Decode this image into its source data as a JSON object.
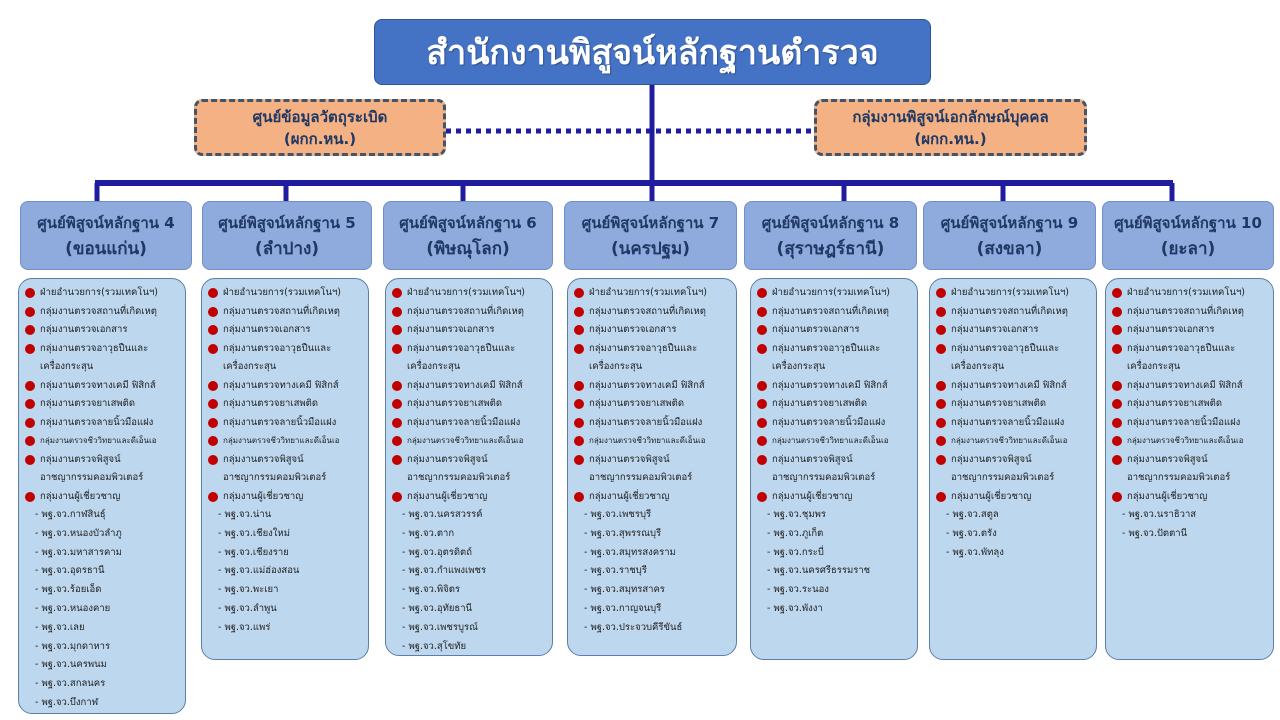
{
  "title": "สำนักงานพิสูจน์หลักฐานตำรวจ",
  "side_units": {
    "left": {
      "line1": "ศูนย์ข้อมูลวัตถุระเบิด",
      "line2": "(ผกก.หน.)"
    },
    "right": {
      "line1": "กลุ่มงานพิสูจน์เอกลักษณ์บุคคล",
      "line2": "(ผกก.หน.)"
    }
  },
  "centers": [
    {
      "name": "ศูนย์พิสูจน์หลักฐาน 4",
      "location": "(ขอนแก่น)",
      "departments": [
        {
          "text": "ฝ่ายอำนวยการ(รวมเทคโนฯ)"
        },
        {
          "text": "กลุ่มงานตรวจสถานที่เกิดเหตุ"
        },
        {
          "text": "กลุ่มงานตรวจเอกสาร"
        },
        {
          "text": "กลุ่มงานตรวจอาวุธปืนและ",
          "cont": "เครื่องกระสุน"
        },
        {
          "text": "กลุ่มงานตรวจทางเคมี ฟิสิกส์"
        },
        {
          "text": "กลุ่มงานตรวจยาเสพติด"
        },
        {
          "text": "กลุ่มงานตรวจลายนิ้วมือแฝง"
        },
        {
          "text": "กลุ่มงานตรวจชีววิทยาและดีเอ็นเอ",
          "small": true
        },
        {
          "text": "กลุ่มงานตรวจพิสูจน์",
          "cont": "อาชญากรรมคอมพิวเตอร์"
        },
        {
          "text": "กลุ่มงานผู้เชี่ยวชาญ"
        }
      ],
      "provinces": [
        "- พฐ.จว.กาฬสินธุ์",
        "- พฐ.จว.หนองบัวลำภู",
        "- พฐ.จว.มหาสารคาม",
        "- พฐ.จว.อุดรธานี",
        "- พฐ.จว.ร้อยเอ็ด",
        "- พฐ.จว.หนองคาย",
        "- พฐ.จว.เลย",
        "- พฐ.จว.มุกดาหาร",
        "- พฐ.จว.นครพนม",
        "- พฐ.จว.สกลนคร",
        "- พฐ.จว.บึงกาฬ"
      ]
    },
    {
      "name": "ศูนย์พิสูจน์หลักฐาน 5",
      "location": "(ลำปาง)",
      "departments": [
        {
          "text": "ฝ่ายอำนวยการ(รวมเทคโนฯ)"
        },
        {
          "text": "กลุ่มงานตรวจสถานที่เกิดเหตุ"
        },
        {
          "text": "กลุ่มงานตรวจเอกสาร"
        },
        {
          "text": "กลุ่มงานตรวจอาวุธปืนและ",
          "cont": "เครื่องกระสุน"
        },
        {
          "text": "กลุ่มงานตรวจทางเคมี ฟิสิกส์"
        },
        {
          "text": "กลุ่มงานตรวจยาเสพติด"
        },
        {
          "text": "กลุ่มงานตรวจลายนิ้วมือแฝง"
        },
        {
          "text": "กลุ่มงานตรวจชีววิทยาและดีเอ็นเอ",
          "small": true
        },
        {
          "text": "กลุ่มงานตรวจพิสูจน์",
          "cont": "อาชญากรรมคอมพิวเตอร์"
        },
        {
          "text": "กลุ่มงานผู้เชี่ยวชาญ"
        }
      ],
      "provinces": [
        "- พฐ.จว.น่าน",
        "- พฐ.จว.เชียงใหม่",
        "- พฐ.จว.เชียงราย",
        "- พฐ.จว.แม่ฮ่องสอน",
        "- พฐ.จว.พะเยา",
        "- พฐ.จว.ลำพูน",
        "- พฐ.จว.แพร่"
      ]
    },
    {
      "name": "ศูนย์พิสูจน์หลักฐาน 6",
      "location": "(พิษณุโลก)",
      "departments": [
        {
          "text": "ฝ่ายอำนวยการ(รวมเทคโนฯ)"
        },
        {
          "text": "กลุ่มงานตรวจสถานที่เกิดเหตุ"
        },
        {
          "text": "กลุ่มงานตรวจเอกสาร"
        },
        {
          "text": "กลุ่มงานตรวจอาวุธปืนและ",
          "cont": "เครื่องกระสุน"
        },
        {
          "text": "กลุ่มงานตรวจทางเคมี ฟิสิกส์"
        },
        {
          "text": "กลุ่มงานตรวจยาเสพติด"
        },
        {
          "text": "กลุ่มงานตรวจลายนิ้วมือแฝง"
        },
        {
          "text": "กลุ่มงานตรวจชีววิทยาและดีเอ็นเอ",
          "small": true
        },
        {
          "text": "กลุ่มงานตรวจพิสูจน์",
          "cont": "อาชญากรรมคอมพิวเตอร์"
        },
        {
          "text": "กลุ่มงานผู้เชี่ยวชาญ"
        }
      ],
      "provinces": [
        "- พฐ.จว.นครสวรรค์",
        "- พฐ.จว.ตาก",
        "- พฐ.จว.อุตรดิตถ์",
        "- พฐ.จว.กำแพงเพชร",
        "- พฐ.จว.พิจิตร",
        "- พฐ.จว.อุทัยธานี",
        "- พฐ.จว.เพชรบูรณ์",
        "- พฐ.จว.สุโขทัย"
      ]
    },
    {
      "name": "ศูนย์พิสูจน์หลักฐาน 7",
      "location": "(นครปฐม)",
      "departments": [
        {
          "text": "ฝ่ายอำนวยการ(รวมเทคโนฯ)"
        },
        {
          "text": "กลุ่มงานตรวจสถานที่เกิดเหตุ"
        },
        {
          "text": "กลุ่มงานตรวจเอกสาร"
        },
        {
          "text": "กลุ่มงานตรวจอาวุธปืนและ",
          "cont": "เครื่องกระสุน"
        },
        {
          "text": "กลุ่มงานตรวจทางเคมี ฟิสิกส์"
        },
        {
          "text": "กลุ่มงานตรวจยาเสพติด"
        },
        {
          "text": "กลุ่มงานตรวจลายนิ้วมือแฝง"
        },
        {
          "text": "กลุ่มงานตรวจชีววิทยาและดีเอ็นเอ",
          "small": true
        },
        {
          "text": "กลุ่มงานตรวจพิสูจน์",
          "cont": "อาชญากรรมคอมพิวเตอร์"
        },
        {
          "text": "กลุ่มงานผู้เชี่ยวชาญ"
        }
      ],
      "provinces": [
        "- พฐ.จว.เพชรบุรี",
        "- พฐ.จว.สุพรรณบุรี",
        "- พฐ.จว.สมุทรสงคราม",
        "- พฐ.จว.ราชบุรี",
        "- พฐ.จว.สมุทรสาคร",
        "- พฐ.จว.กาญจนบุรี",
        "- พฐ.จว.ประจวบคีรีขันธ์"
      ]
    },
    {
      "name": "ศูนย์พิสูจน์หลักฐาน 8",
      "location": "(สุราษฎร์ธานี)",
      "departments": [
        {
          "text": "ฝ่ายอำนวยการ(รวมเทคโนฯ)"
        },
        {
          "text": "กลุ่มงานตรวจสถานที่เกิดเหตุ"
        },
        {
          "text": "กลุ่มงานตรวจเอกสาร"
        },
        {
          "text": "กลุ่มงานตรวจอาวุธปืนและ",
          "cont": "เครื่องกระสุน"
        },
        {
          "text": "กลุ่มงานตรวจทางเคมี ฟิสิกส์"
        },
        {
          "text": "กลุ่มงานตรวจยาเสพติด"
        },
        {
          "text": "กลุ่มงานตรวจลายนิ้วมือแฝง"
        },
        {
          "text": "กลุ่มงานตรวจชีววิทยาและดีเอ็นเอ",
          "small": true
        },
        {
          "text": "กลุ่มงานตรวจพิสูจน์",
          "cont": "อาชญากรรมคอมพิวเตอร์"
        },
        {
          "text": "กลุ่มงานผู้เชี่ยวชาญ"
        }
      ],
      "provinces": [
        "- พฐ.จว.ชุมพร",
        "- พฐ.จว.ภูเก็ต",
        "- พฐ.จว.กระบี่",
        "- พฐ.จว.นครศรีธรรมราช",
        "- พฐ.จว.ระนอง",
        "- พฐ.จว.พังงา"
      ]
    },
    {
      "name": "ศูนย์พิสูจน์หลักฐาน 9",
      "location": "(สงขลา)",
      "departments": [
        {
          "text": "ฝ่ายอำนวยการ(รวมเทคโนฯ)"
        },
        {
          "text": "กลุ่มงานตรวจสถานที่เกิดเหตุ"
        },
        {
          "text": "กลุ่มงานตรวจเอกสาร"
        },
        {
          "text": "กลุ่มงานตรวจอาวุธปืนและ",
          "cont": "เครื่องกระสุน"
        },
        {
          "text": "กลุ่มงานตรวจทางเคมี ฟิสิกส์"
        },
        {
          "text": "กลุ่มงานตรวจยาเสพติด"
        },
        {
          "text": "กลุ่มงานตรวจลายนิ้วมือแฝง"
        },
        {
          "text": "กลุ่มงานตรวจชีววิทยาและดีเอ็นเอ",
          "small": true
        },
        {
          "text": "กลุ่มงานตรวจพิสูจน์",
          "cont": "อาชญากรรมคอมพิวเตอร์"
        },
        {
          "text": "กลุ่มงานผู้เชี่ยวชาญ"
        }
      ],
      "provinces": [
        "- พฐ.จว.สตูล",
        "- พฐ.จว.ตรัง",
        "- พฐ.จว.พัทลุง"
      ]
    },
    {
      "name": "ศูนย์พิสูจน์หลักฐาน  10",
      "location": "(ยะลา)",
      "departments": [
        {
          "text": "ฝ่ายอำนวยการ(รวมเทคโนฯ)"
        },
        {
          "text": "กลุ่มงานตรวจสถานที่เกิดเหตุ"
        },
        {
          "text": "กลุ่มงานตรวจเอกสาร"
        },
        {
          "text": "กลุ่มงานตรวจอาวุธปืนและ",
          "cont": "เครื่องกระสุน"
        },
        {
          "text": "กลุ่มงานตรวจทางเคมี ฟิสิกส์"
        },
        {
          "text": "กลุ่มงานตรวจยาเสพติด"
        },
        {
          "text": "กลุ่มงานตรวจลายนิ้วมือแฝง"
        },
        {
          "text": "กลุ่มงานตรวจชีววิทยาและดีเอ็นเอ",
          "small": true
        },
        {
          "text": "กลุ่มงานตรวจพิสูจน์",
          "cont": "อาชญากรรมคอมพิวเตอร์"
        },
        {
          "text": "กลุ่มงานผู้เชี่ยวชาญ"
        }
      ],
      "provinces": [
        "- พฐ.จว.นราธิวาส",
        "- พฐ.จว.ปัตตานี"
      ]
    }
  ],
  "colors": {
    "title_fill": "#4472c4",
    "side_fill": "#f4b183",
    "center_header_fill": "#8faadc",
    "center_body_fill": "#bdd7ee",
    "connector": "#1f1ca0",
    "bullet": "#c00000",
    "text_dark": "#1f3864"
  }
}
